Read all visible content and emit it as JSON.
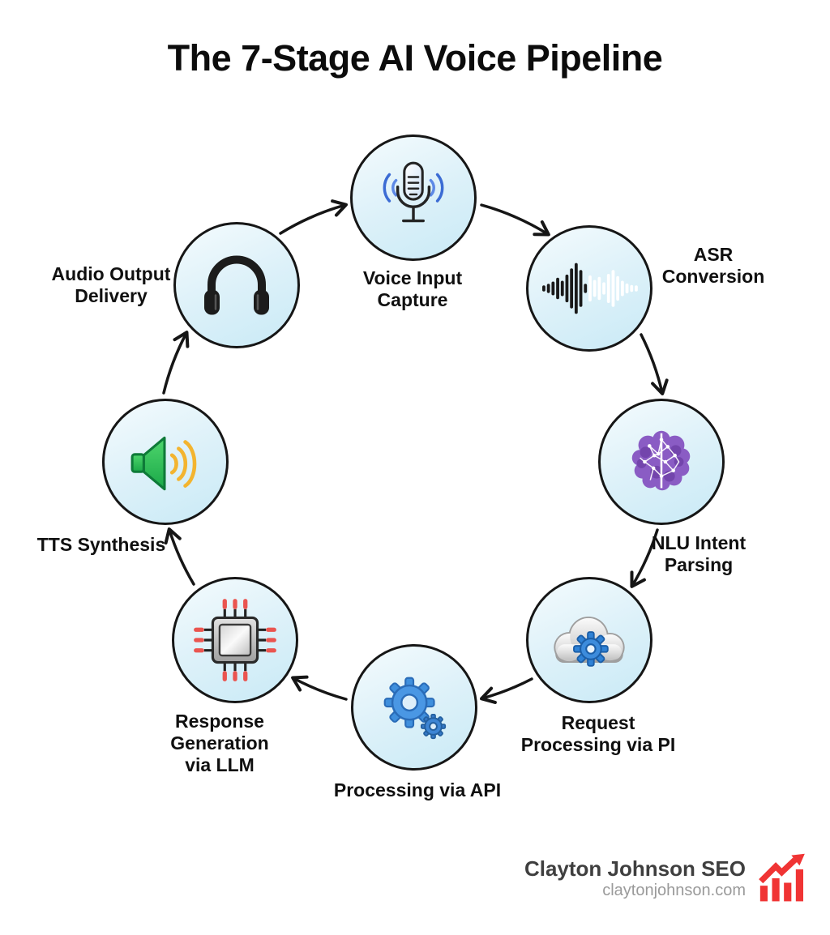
{
  "title": "The 7-Stage AI Voice Pipeline",
  "stages": [
    {
      "name": "voice-input-capture",
      "label": "Voice Input\nCapture",
      "icon": "microphone-icon"
    },
    {
      "name": "asr-conversion",
      "label": "ASR\nConversion",
      "icon": "audio-waveform-icon"
    },
    {
      "name": "nlu-intent-parsing",
      "label": "NLU Intent\nParsing",
      "icon": "brain-icon"
    },
    {
      "name": "request-processing",
      "label": "Request\nProcessing via PI",
      "icon": "cloud-gear-icon"
    },
    {
      "name": "processing-via-api",
      "label": "Processing via API",
      "icon": "gears-icon"
    },
    {
      "name": "response-generation",
      "label": "Response\nGeneration\nvia LLM",
      "icon": "cpu-chip-icon"
    },
    {
      "name": "tts-synthesis",
      "label": "TTS Synthesis",
      "icon": "speaker-icon"
    },
    {
      "name": "audio-output-delivery",
      "label": "Audio Output\nDelivery",
      "icon": "headphones-icon"
    }
  ],
  "flow": "clockwise cycle: voice-input-capture → asr-conversion → nlu-intent-parsing → request-processing → processing-via-api → response-generation → tts-synthesis → audio-output-delivery → voice-input-capture",
  "footer": {
    "brand": "Clayton Johnson SEO",
    "website": "claytonjohnson.com"
  },
  "colors": {
    "background": "#ffffff",
    "circle_fill": "#d9eff8",
    "outline": "#161616",
    "wave_blue": "#3c6cd4",
    "gear_blue": "#3f8fdd",
    "brain_purple": "#8a5cc4",
    "speaker_green": "#2fbf59",
    "wave_yellow": "#f3b42f",
    "pin_red": "#ea5550",
    "brand_red": "#f03434"
  }
}
